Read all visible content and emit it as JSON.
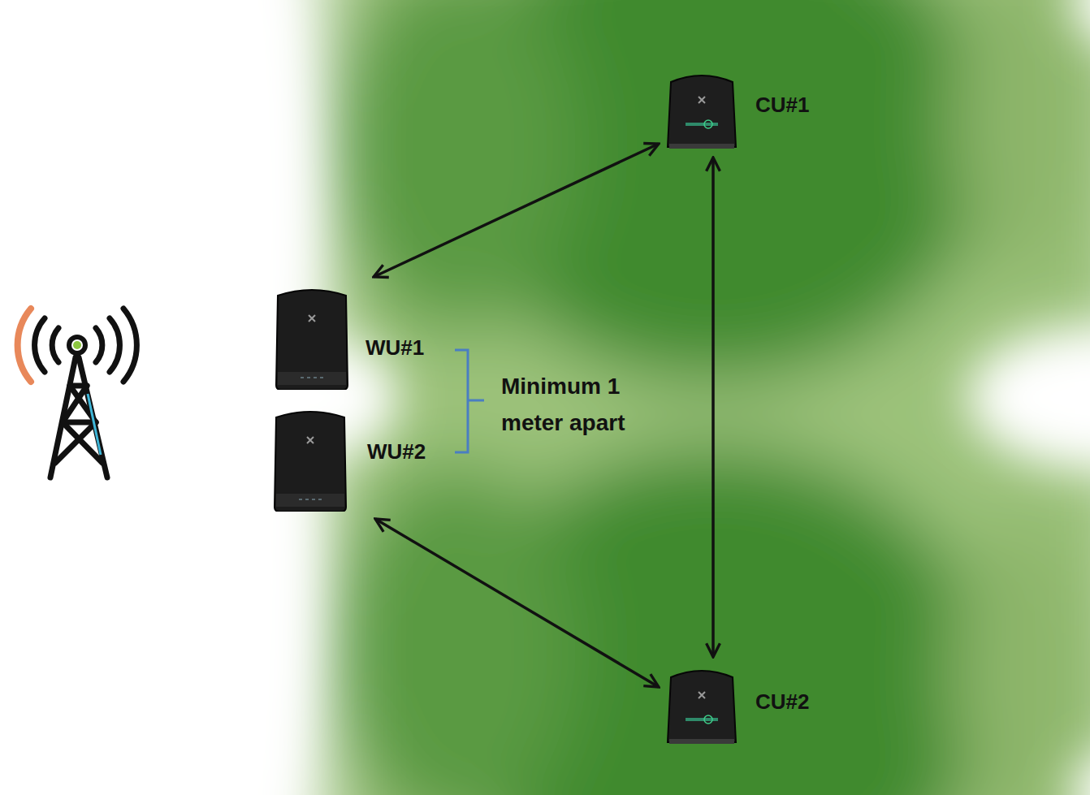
{
  "diagram": {
    "nodes": [
      {
        "text": [
          "CU#1"
        ]
      },
      {
        "text": [
          "WU#1"
        ]
      },
      {
        "text": [
          "WU#2"
        ]
      },
      {
        "text": [
          "CU#2"
        ]
      }
    ],
    "edges": [
      {
        "from": 1,
        "to": 0,
        "arrow": "both"
      },
      {
        "from": 0,
        "to": 3,
        "arrow": "both"
      },
      {
        "from": 2,
        "to": 3,
        "arrow": "both"
      }
    ],
    "labels": [
      "Minimum 1 meter apart"
    ]
  }
}
